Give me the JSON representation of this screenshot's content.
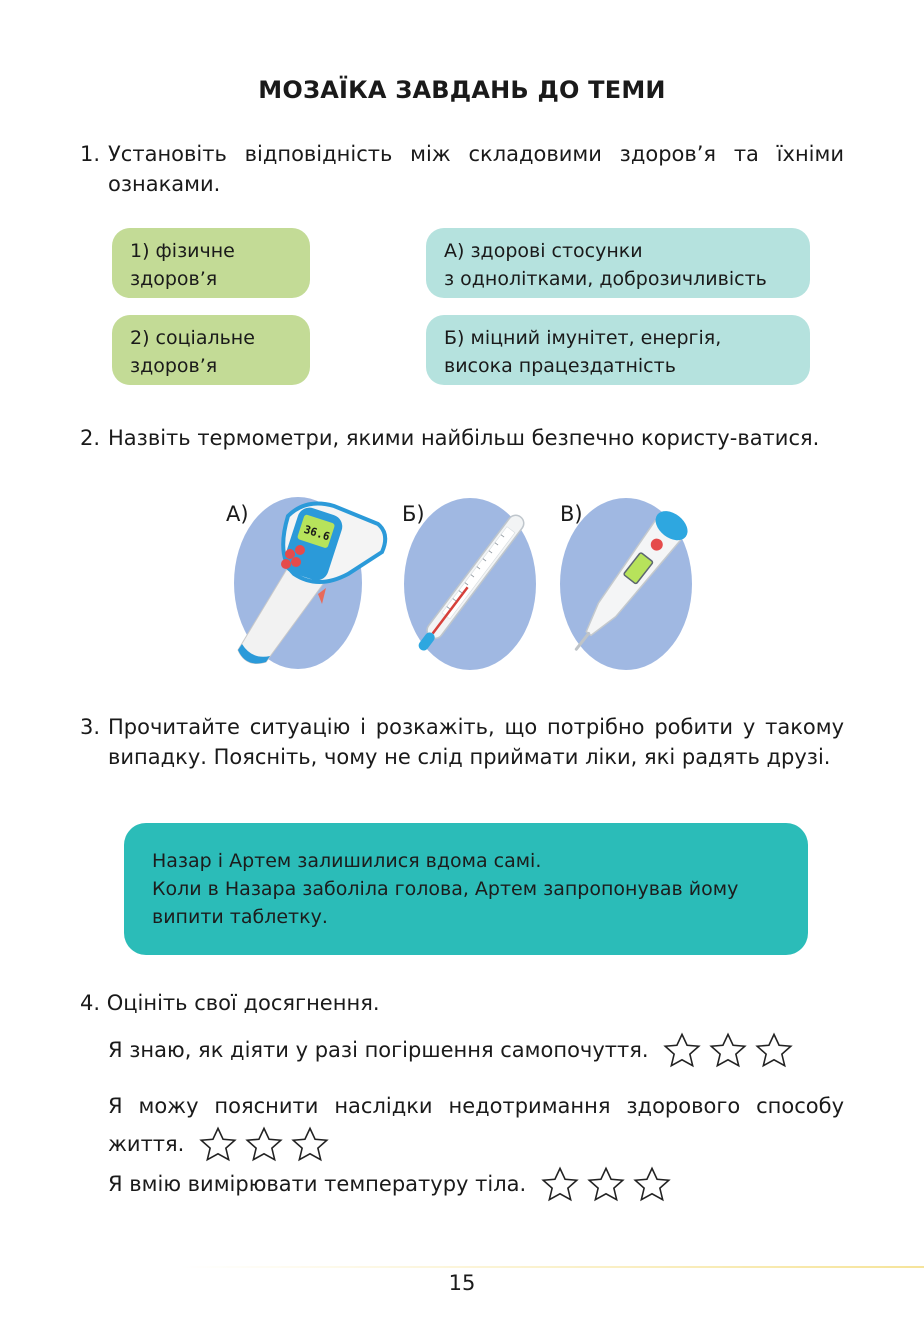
{
  "title": "МОЗАЇКА ЗАВДАНЬ ДО ТЕМИ",
  "task1": {
    "number": "1.",
    "text": "Установіть відповідність між складовими здоров’я та їхніми ознаками.",
    "left": [
      "1) фізичне здоров’я",
      "2) соціальне здоров’я"
    ],
    "right_a_line1": "А) здорові стосунки",
    "right_a_line2": "з однолітками, доброзичливість",
    "right_b_line1": "Б) міцний імунітет, енергія,",
    "right_b_line2": "висока працездатність"
  },
  "task2": {
    "number": "2.",
    "text": "Назвіть термометри, якими найбільш безпечно користу-ватися.",
    "labels": [
      "А)",
      "Б)",
      "В)"
    ],
    "display_value": "36.6"
  },
  "task3": {
    "number": "3.",
    "text": "Прочитайте ситуацію і розкажіть, що потрібно робити у такому випадку. Поясніть, чому не слід приймати ліки, які радять друзі.",
    "case_line1": "Назар і Артем залишилися вдома самі.",
    "case_line2": "Коли в Назара заболіла голова, Артем запропонував йому",
    "case_line3": "випити таблетку."
  },
  "task4": {
    "heading": "4. Оцініть свої досягнення.",
    "statement1": "Я знаю, як діяти у разі погіршення самопочуття.",
    "statement2_line1": "Я можу пояснити наслідки недотримання здорового способу",
    "statement2_line2": "життя.",
    "statement3": "Я вмію вимірювати температуру тіла."
  },
  "page_number": "15",
  "colors": {
    "green_box": "#c3db96",
    "teal_box": "#b5e2de",
    "case_box": "#2bbcb8",
    "oval": "#a0b8e2"
  }
}
